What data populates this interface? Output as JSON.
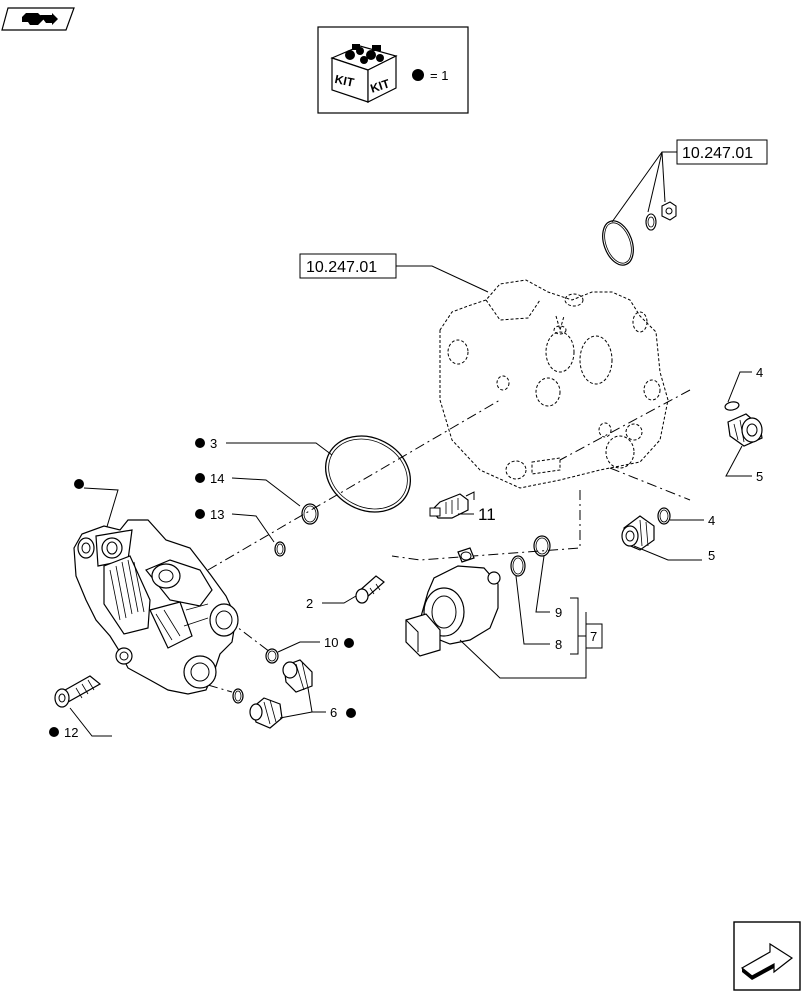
{
  "kit_legend": {
    "kit_word_left": "KIT",
    "kit_word_right": "KIT",
    "equals_text": "= 1"
  },
  "references": {
    "ref_top": "10.247.01",
    "ref_mid": "10.247.01"
  },
  "callouts": {
    "c3": "3",
    "c14": "14",
    "c13": "13",
    "c2": "2",
    "c10": "10",
    "c6": "6",
    "c12": "12",
    "c11": "11",
    "c4a": "4",
    "c5a": "5",
    "c4b": "4",
    "c5b": "5",
    "c9": "9",
    "c8": "8",
    "c7": "7"
  },
  "icons": {
    "top_left": "exploded-view-icon",
    "bottom_right": "next-page-arrow-icon"
  }
}
